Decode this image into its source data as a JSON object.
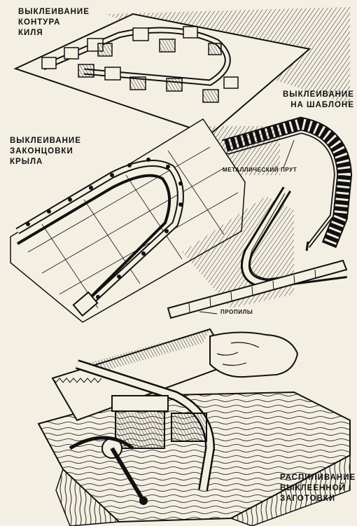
{
  "labels": {
    "keel": [
      "ВЫКЛЕИВАНИЕ",
      "КОНТУРА",
      "КИЛЯ"
    ],
    "template": [
      "ВЫКЛЕИВАНИЕ",
      "НА ШАБЛОНЕ"
    ],
    "wingtip": [
      "ВЫКЛЕИВАНИЕ",
      "ЗАКОНЦОВКИ",
      "КРЫЛА"
    ],
    "rod": "МЕТАЛЛИЧЕСКИЙ ПРУТ",
    "kerfs": "ПРОПИЛЫ",
    "sawing": [
      "РАСПИЛИВАНИЕ",
      "ВЫКЛЕЕННОЙ",
      "ЗАГОТОВКИ"
    ]
  },
  "colors": {
    "paper": "#f4efe3",
    "ink": "#111111"
  }
}
